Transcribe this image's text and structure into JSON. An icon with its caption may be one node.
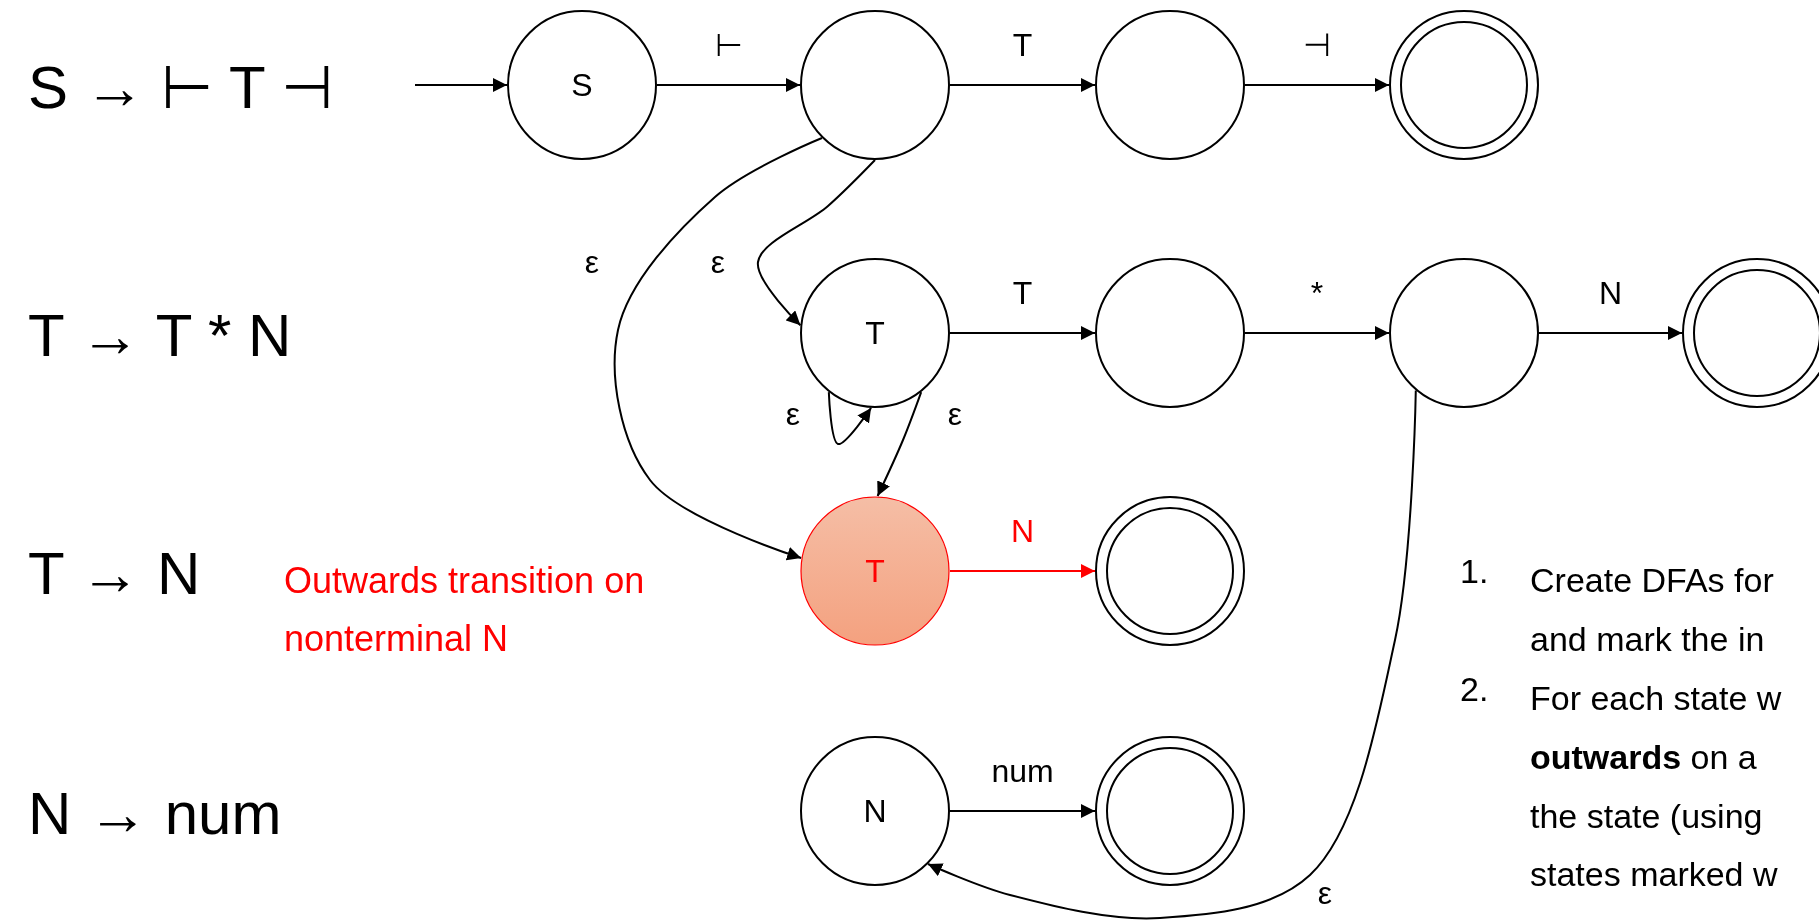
{
  "diagram": {
    "nodes": [
      {
        "text": [
          "S"
        ]
      },
      {
        "text": [],
        "shape": "circle"
      },
      {
        "text": [],
        "shape": "circle"
      },
      {
        "text": [],
        "shape": "doublecircle"
      },
      {
        "text": [
          "T"
        ]
      },
      {
        "text": [],
        "shape": "circle"
      },
      {
        "text": [],
        "shape": "circle"
      },
      {
        "text": [],
        "shape": "doublecircle"
      },
      {
        "text": [
          "T"
        ]
      },
      {
        "text": [],
        "shape": "doublecircle"
      },
      {
        "text": [
          "N"
        ]
      },
      {
        "text": [],
        "shape": "doublecircle"
      }
    ],
    "edges": [
      {
        "from": null,
        "to": 0,
        "arrow": "to"
      },
      {
        "from": 0,
        "to": 1,
        "arrow": "to",
        "label": "⊢"
      },
      {
        "from": 1,
        "to": 2,
        "arrow": "to",
        "label": "T"
      },
      {
        "from": 2,
        "to": 3,
        "arrow": "to",
        "label": "⊣"
      },
      {
        "from": 1,
        "to": 8,
        "arrow": "to",
        "label": "ε"
      },
      {
        "from": 1,
        "to": 4,
        "arrow": "to",
        "label": "ε"
      },
      {
        "from": 4,
        "to": 5,
        "arrow": "to",
        "label": "T"
      },
      {
        "from": 5,
        "to": 6,
        "arrow": "to",
        "label": "*"
      },
      {
        "from": 6,
        "to": 7,
        "arrow": "to",
        "label": "N"
      },
      {
        "from": 4,
        "to": 4,
        "arrow": "to",
        "label": "ε"
      },
      {
        "from": 4,
        "to": 8,
        "arrow": "to",
        "label": "ε"
      },
      {
        "from": 8,
        "to": 9,
        "arrow": "to",
        "label": "N",
        "color": "#ff0000"
      },
      {
        "from": 10,
        "to": 11,
        "arrow": "to",
        "label": "num"
      },
      {
        "from": 6,
        "to": 10,
        "arrow": "to",
        "label": "ε"
      }
    ],
    "labels": [
      "S → ⊢ T ⊣",
      "T → T * N",
      "T → N",
      "Outwards transition on nonterminal N",
      "1.",
      "Create DFAs for and mark the in",
      "2.",
      "For each state w **outwards** on a the state (using states marked w",
      "N → num"
    ]
  }
}
